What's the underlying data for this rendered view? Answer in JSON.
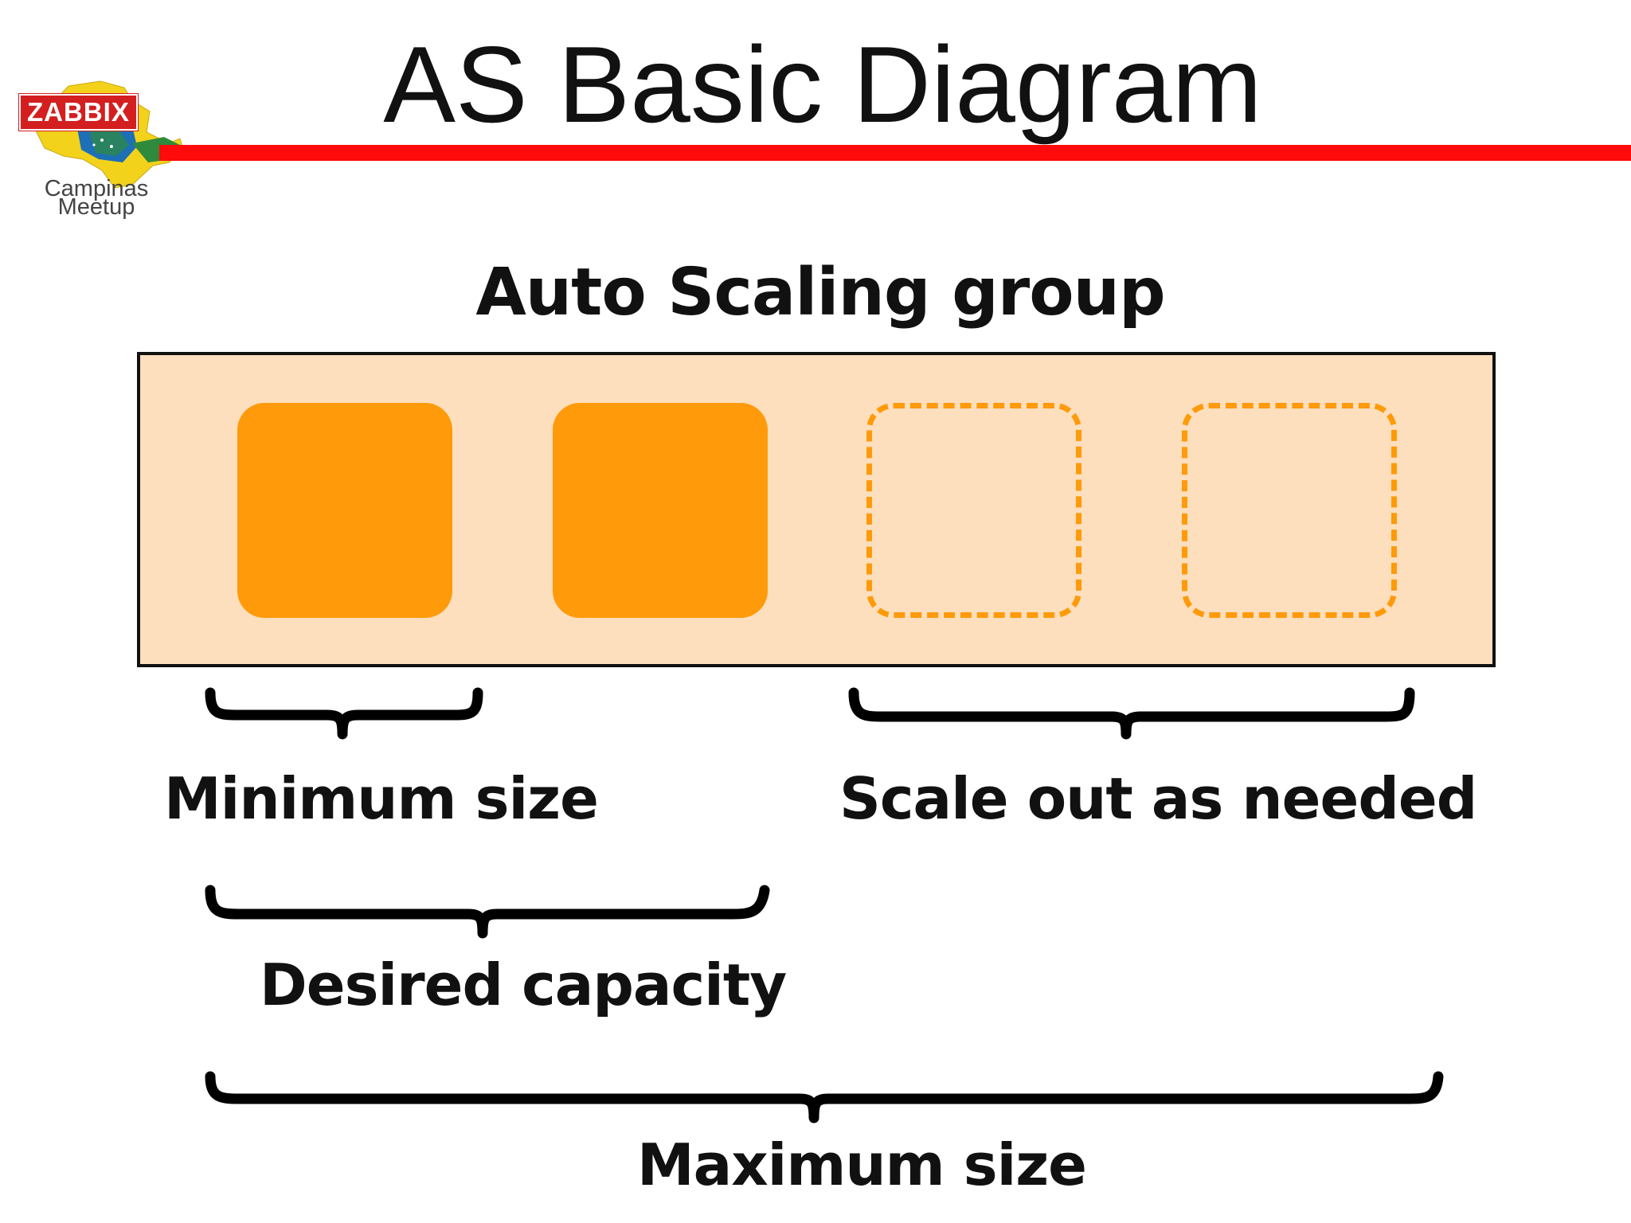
{
  "slide": {
    "title": "AS Basic Diagram",
    "accent_color": "#ff0b0b"
  },
  "logo": {
    "brand": "ZABBIX",
    "line1": "Campinas",
    "line2": "Meetup"
  },
  "diagram": {
    "heading": "Auto Scaling group",
    "group_fill": "#fddfbd",
    "instance_color": "#ff9a0a",
    "instances": [
      {
        "state": "running"
      },
      {
        "state": "running"
      },
      {
        "state": "potential"
      },
      {
        "state": "potential"
      }
    ],
    "braces": {
      "minimum": "Minimum size",
      "scale_out": "Scale out as needed",
      "desired": "Desired capacity",
      "maximum": "Maximum size"
    }
  }
}
